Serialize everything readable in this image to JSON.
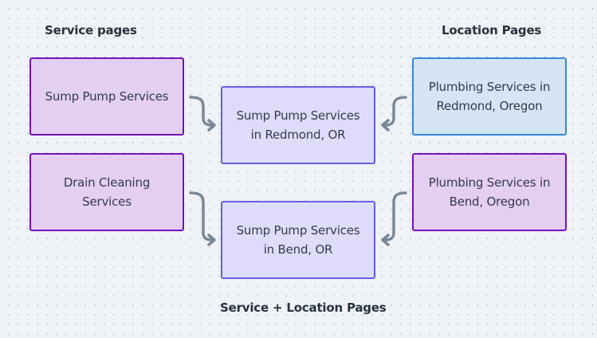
{
  "headings": {
    "service_pages": "Service pages",
    "location_pages": "Location Pages",
    "combined_pages": "Service + Location Pages"
  },
  "service_nodes": [
    {
      "line1": "Sump Pump Services",
      "line2": ""
    },
    {
      "line1": "Drain Cleaning",
      "line2": "Services"
    }
  ],
  "location_nodes": [
    {
      "line1": "Plumbing Services in",
      "line2": "Redmond, Oregon"
    },
    {
      "line1": "Plumbing Services in",
      "line2": "Bend, Oregon"
    }
  ],
  "combined_nodes": [
    {
      "line1": "Sump Pump Services",
      "line2": "in Redmond, OR"
    },
    {
      "line1": "Sump Pump Services",
      "line2": "in Bend, OR"
    }
  ],
  "colors": {
    "service_fill": "#e4cff3",
    "service_border": "#7213b7",
    "location_highlight_fill": "#d5e5f5",
    "location_highlight_border": "#3889d6",
    "combined_fill": "#dfdcfb",
    "combined_border": "#6c5be4",
    "arrow": "#7a8896"
  }
}
